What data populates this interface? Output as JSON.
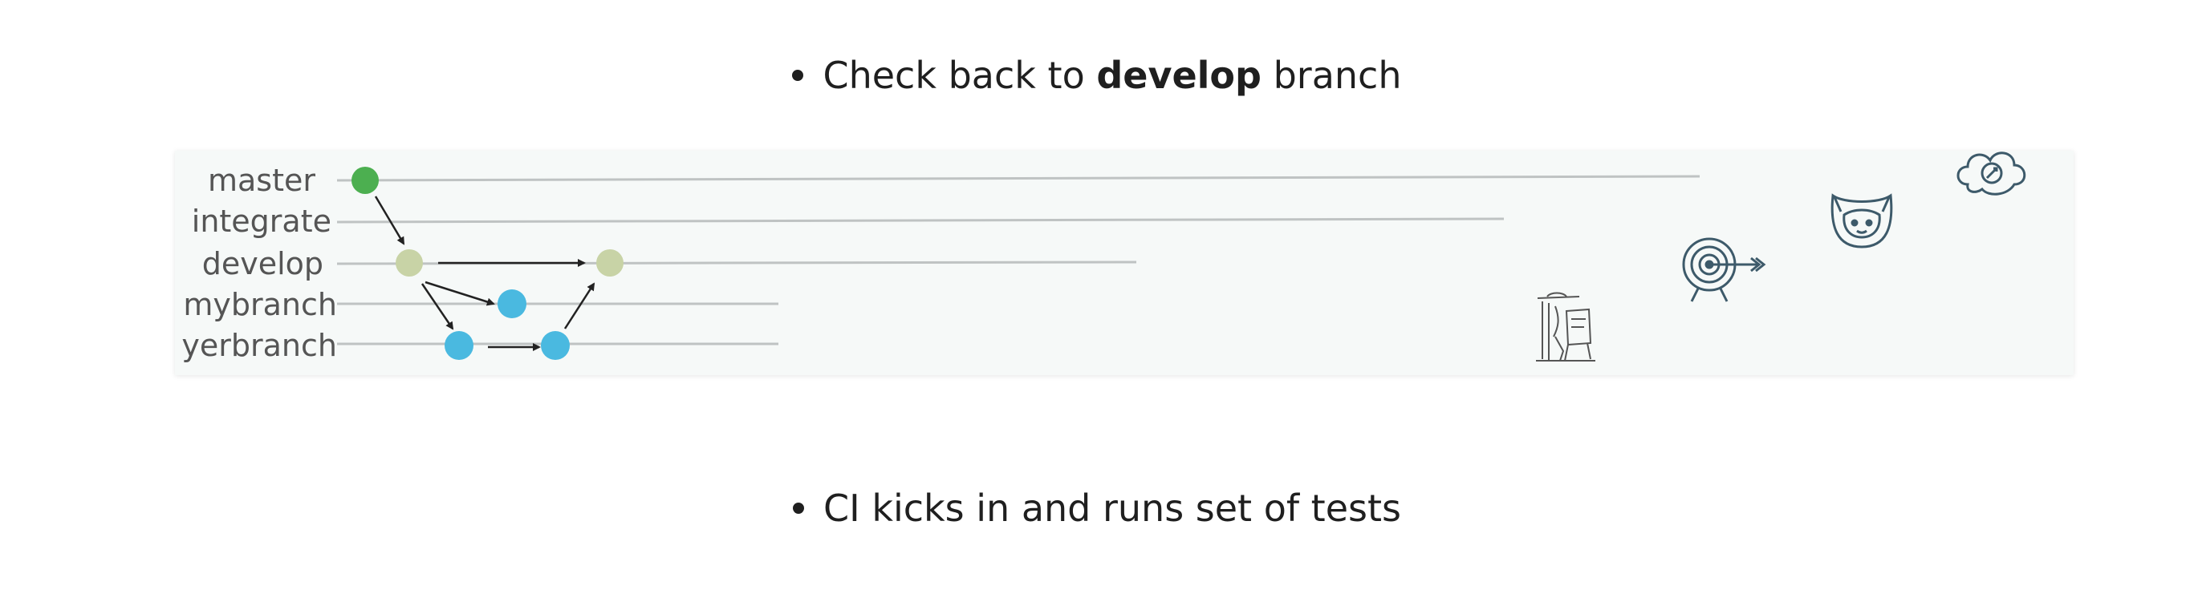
{
  "bullets": [
    {
      "prefix": "Check back to ",
      "bold": "develop",
      "suffix": " branch"
    },
    {
      "text": "CI kicks in and runs set of tests"
    }
  ],
  "diagram": {
    "branches": [
      "master",
      "integrate",
      "develop",
      "mybranch",
      "yerbranch"
    ],
    "colors": {
      "master_commit": "#4caf50",
      "develop_commit": "#c8d3a6",
      "feature_commit": "#4ab9e0",
      "branch_line": "#bfc3c3",
      "arrow": "#222222",
      "label": "#555555",
      "icon_stroke": "#3d5a6a"
    },
    "icons": [
      "desk-figure-icon",
      "target-icon",
      "octocat-icon",
      "cloud-icon"
    ]
  }
}
